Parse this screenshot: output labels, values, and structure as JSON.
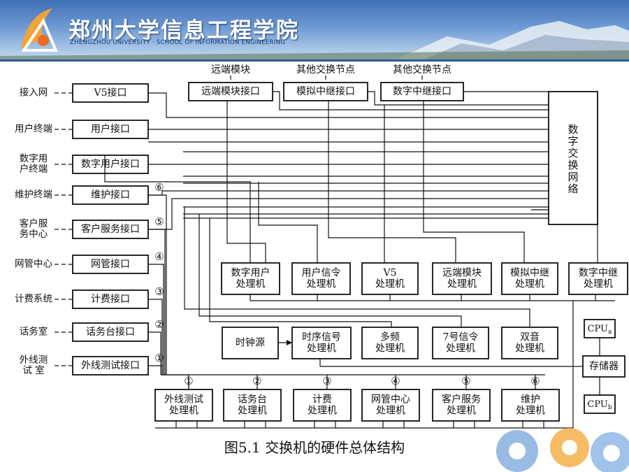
{
  "header": {
    "title": "郑州大学信息工程学院",
    "subtitle": "ZHENGZHOU UNIVERSITY · SCHOOL OF INFORMATION ENGINEERING"
  },
  "caption": "图5.1  交换机的硬件总体结构",
  "top_labels": [
    "远端模块",
    "其他交换节点",
    "其他交换节点"
  ],
  "top_interfaces": [
    "远端模块接口",
    "模拟中继接口",
    "数字中继接口"
  ],
  "left_labels": [
    [
      "接入网"
    ],
    [
      "用户终端"
    ],
    [
      "数字用",
      "户终端"
    ],
    [
      "维护终端"
    ],
    [
      "客户服",
      "务中心"
    ],
    [
      "网管中心"
    ],
    [
      "计费系统"
    ],
    [
      "话务室"
    ],
    [
      "外线测",
      "试 室"
    ]
  ],
  "left_interfaces": [
    "V5接口",
    "用户接口",
    "数字用户接口",
    "维护接口",
    "客户服务接口",
    "网管接口",
    "计费接口",
    "话务台接口",
    "外线测试接口"
  ],
  "interface_markers": [
    "⑥",
    "⑤",
    "④",
    "③",
    "②",
    "①"
  ],
  "switch_network": [
    "数",
    "字",
    "交",
    "换",
    "网",
    "络"
  ],
  "processors_row1": [
    [
      "数字用户",
      "处理机"
    ],
    [
      "用户信令",
      "处理机"
    ],
    [
      "V5",
      "处理机"
    ],
    [
      "远端模块",
      "处理机"
    ],
    [
      "模拟中继",
      "处理机"
    ],
    [
      "数字中继",
      "处理机"
    ]
  ],
  "clock_source": "时钟源",
  "processors_row2": [
    [
      "时序信号",
      "处理机"
    ],
    [
      "多频",
      "处理机"
    ],
    [
      "7号信令",
      "处理机"
    ],
    [
      "双音",
      "处理机"
    ]
  ],
  "processor_markers": [
    "①",
    "②",
    "③",
    "④",
    "⑤",
    "⑥"
  ],
  "processors_row3": [
    [
      "外线测试",
      "处理机"
    ],
    [
      "话务台",
      "处理机"
    ],
    [
      "计费",
      "处理机"
    ],
    [
      "网管中心",
      "处理机"
    ],
    [
      "客户服务",
      "处理机"
    ],
    [
      "维护",
      "处理机"
    ]
  ],
  "cpu_a": {
    "main": "CPU",
    "sub": "a"
  },
  "cpu_b": {
    "main": "CPU",
    "sub": "b"
  },
  "memory": "存储器"
}
